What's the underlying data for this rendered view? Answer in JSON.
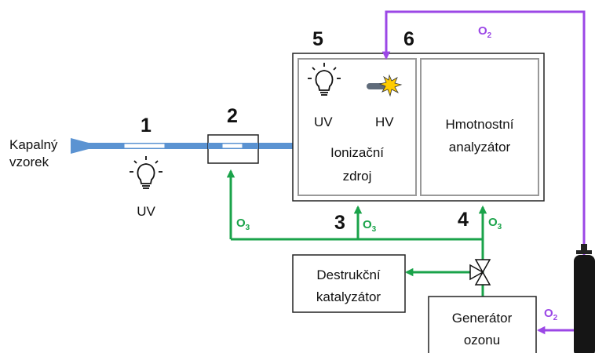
{
  "labels": {
    "sample_line1": "Kapalný",
    "sample_line2": "vzorek",
    "uv_lamp": "UV",
    "uv_source": "UV",
    "hv_source": "HV",
    "ion_source_line1": "Ionizační",
    "ion_source_line2": "zdroj",
    "analyzer_line1": "Hmotnostní",
    "analyzer_line2": "analyzátor",
    "destructor_line1": "Destrukční",
    "destructor_line2": "katalyzátor",
    "generator_line1": "Generátor",
    "generator_line2": "ozonu"
  },
  "numbers": {
    "n1": "1",
    "n2": "2",
    "n3": "3",
    "n4": "4",
    "n5": "5",
    "n6": "6"
  },
  "gases": {
    "ozone": "O",
    "ozone_sub": "3",
    "oxygen": "O",
    "oxygen_sub": "2"
  },
  "colors": {
    "sample_line": "#5b93d2",
    "ozone_line": "#1aa34a",
    "oxygen_line": "#9b47e6"
  },
  "icons": [
    "bulb-icon",
    "spark-icon",
    "valve-icon",
    "gas-cylinder-icon"
  ]
}
